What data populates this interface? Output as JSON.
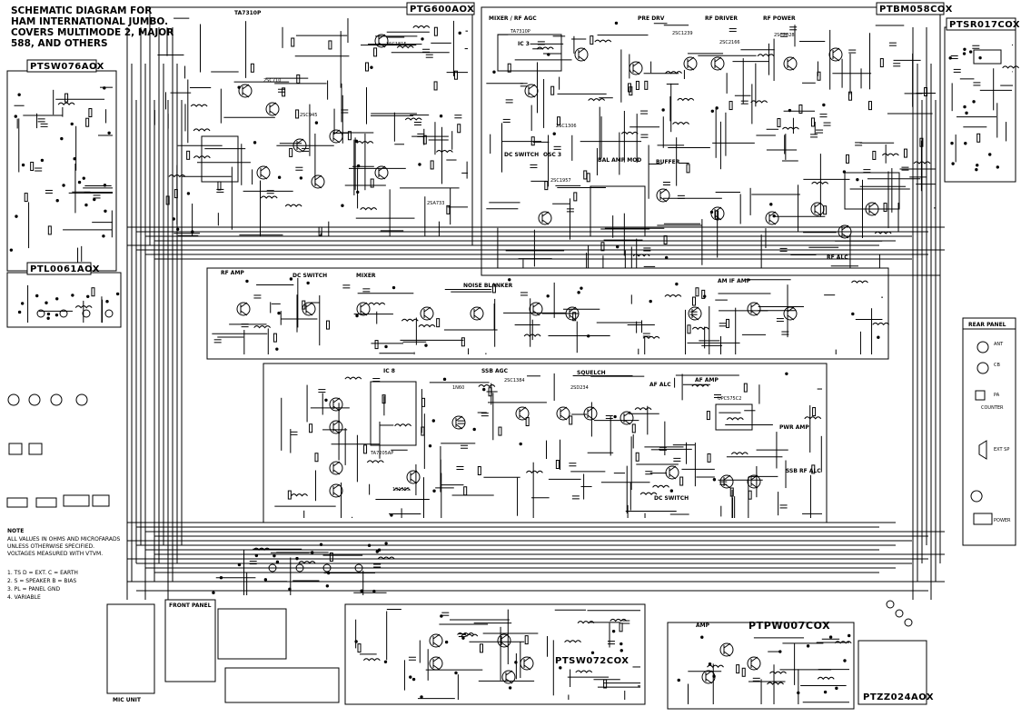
{
  "title_lines": [
    "SCHEMATIC DIAGRAM FOR",
    "HAM INTERNATIONAL  JUMBO.",
    "COVERS MULTIMODE 2, MAJOR",
    "588, AND OTHERS"
  ],
  "boards": {
    "tx_board": "PTG600AOX",
    "ic_top": "TA7310P",
    "if_board": "PTBM058COX",
    "mod_board": "PTSR017COX",
    "switch_board": "PTSW076AOX",
    "lo_board": "PTL0061AOX",
    "rear_panel": "REAR PANEL",
    "front_panel": "FRONT PANEL",
    "mic_unit": "MIC UNIT",
    "bottom_board_a": "PTSW072COX",
    "bottom_board_b": "PTPW007COX",
    "bottom_board_c": "PTZZ024AOX"
  },
  "stage_labels": {
    "mixer": "MIXER / RF AGC",
    "ic3": "IC 3",
    "ic3_part": "TA7310P",
    "rf_driver": "RF DRIVER",
    "rf_power": "RF POWER",
    "pre_drive": "PRE DRV",
    "buffer": "BUFFER",
    "dc_switch": "DC SWITCH",
    "osc": "OSC 3",
    "bal_mod": "BAL AMP MOD",
    "rf_amp": "RF AMP",
    "mixer2": "MIXER",
    "noise_blanker": "NOISE BLANKER",
    "am_if_amp": "AM IF AMP",
    "ssb_agc": "SSB AGC",
    "squelch": "SQUELCH",
    "af_alc": "AF ALC",
    "af_amp": "AF AMP",
    "power_amp": "PWR AMP",
    "dc_switch_lower": "DC SWITCH",
    "rf_alc": "RF ALC",
    "ssb_rf_alc": "SSB RF ALC",
    "ic8": "IC 8",
    "ic8_part": "TA7205AP",
    "lower_amp": "AMP",
    "counter": "COUNTER"
  },
  "note": {
    "heading": "NOTE",
    "lines": [
      "ALL VALUES IN OHMS AND MICROFARADS",
      "UNLESS OTHERWISE SPECIFIED.",
      "VOLTAGES MEASURED WITH VTVM.",
      "1. TS   D = EXT. C = EARTH",
      "2. S = SPEAKER  B = BIAS",
      "3. PL = PANEL GND",
      "4. VARIABLE"
    ]
  },
  "parts": [
    "2SC1815",
    "2SC710",
    "2SC945",
    "2SA733",
    "2SC1306",
    "2SC1239",
    "2SC2166",
    "2SC2028",
    "2SC1957",
    "2SC1384",
    "2SD234",
    "1N60",
    "1S1555",
    "UPC575C2"
  ],
  "rear_panel_jacks": [
    "ANT",
    "CB",
    "PA",
    "EXT SP",
    "POWER"
  ],
  "colors": {
    "ink": "#000000",
    "paper": "#ffffff"
  }
}
